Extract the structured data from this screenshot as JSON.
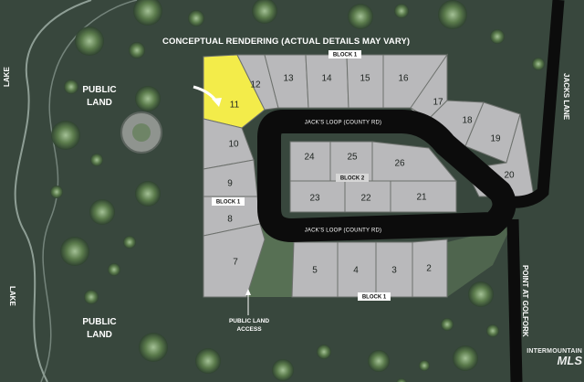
{
  "caption": "CONCEPTUAL RENDERING (ACTUAL DETAILS MAY VARY)",
  "labels": {
    "lake_top": "LAKE",
    "lake_bottom": "LAKE",
    "public_land_top": "PUBLIC LAND",
    "public_land_bottom": "PUBLIC LAND",
    "public_land_access": "PUBLIC LAND ACCESS",
    "jacks_lane": "JACKS LANE",
    "point_at_golfork": "POINT AT GOLFORK",
    "road_top": "JACK'S LOOP (COUNTY RD)",
    "road_bottom": "JACK'S LOOP (COUNTY RD)"
  },
  "block_tags": {
    "top": "BLOCK 1",
    "left": "BLOCK 1",
    "center": "BLOCK 2",
    "bottom": "BLOCK 1"
  },
  "highlighted_lot": "11",
  "lots": [
    "2",
    "3",
    "4",
    "5",
    "7",
    "8",
    "9",
    "10",
    "11",
    "12",
    "13",
    "14",
    "15",
    "16",
    "17",
    "18",
    "19",
    "20",
    "21",
    "22",
    "23",
    "24",
    "25",
    "26"
  ],
  "watermark": {
    "line1": "INTERMOUNTAIN",
    "line2": "MLS"
  },
  "colors": {
    "background": "#3b4a40",
    "lot_fill": "#b9b9bb",
    "highlight": "#f3ec4a",
    "road": "#0c0c0c",
    "tree": "#5c7d4c"
  }
}
